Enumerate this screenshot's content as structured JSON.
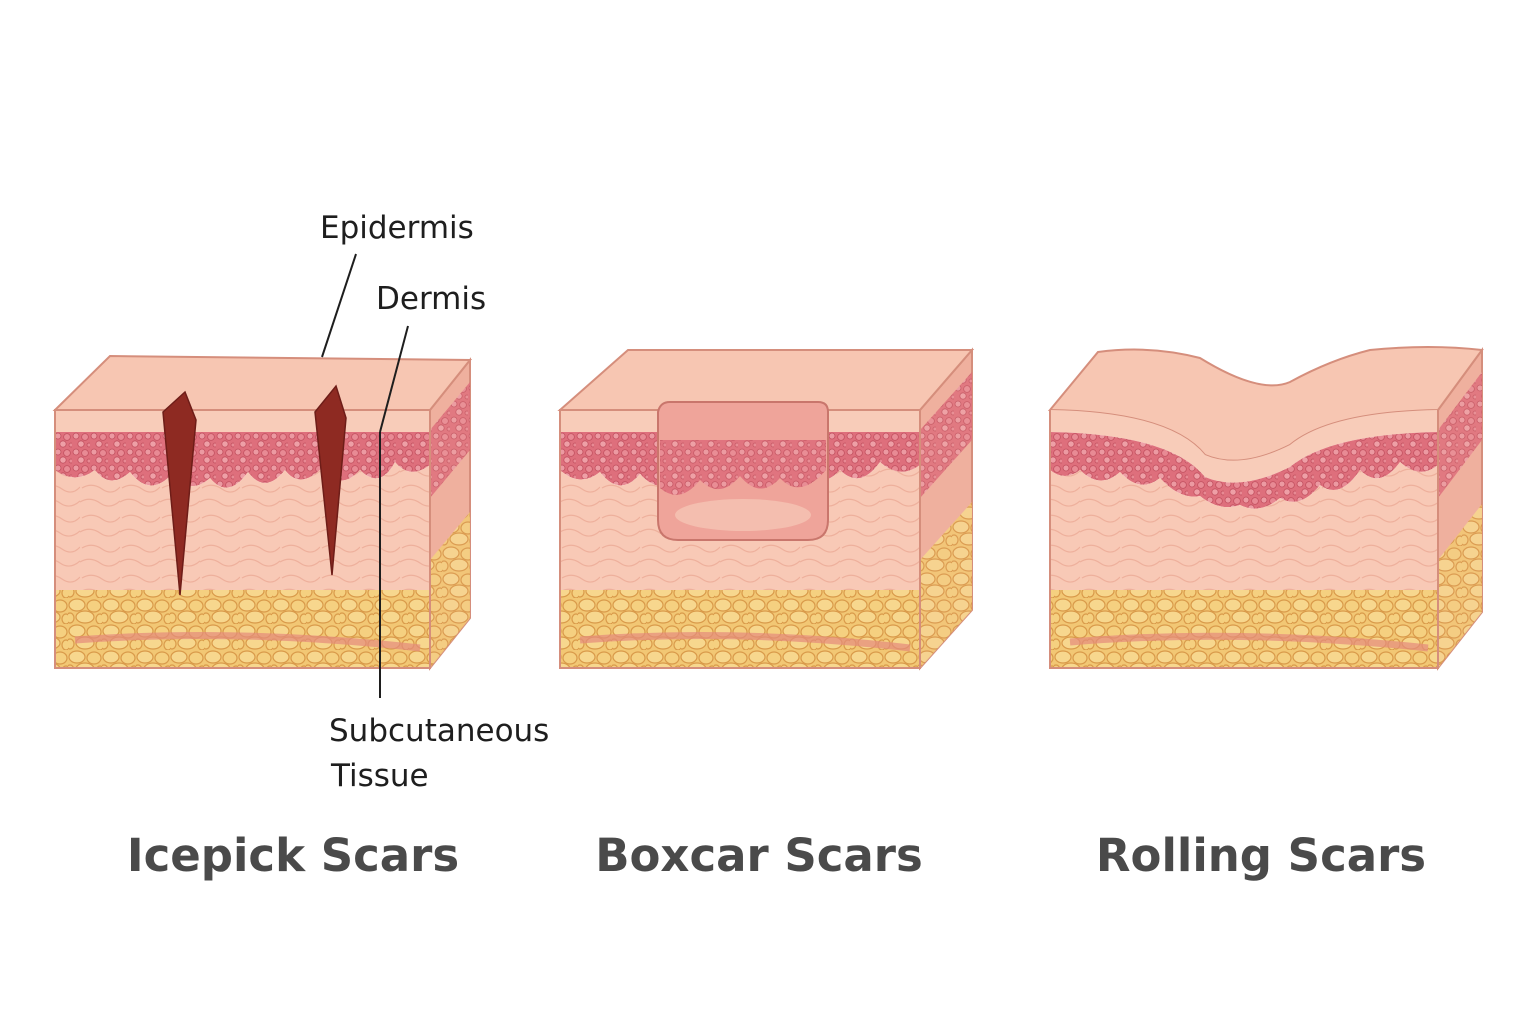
{
  "labels": {
    "epidermis": "Epidermis",
    "dermis": "Dermis",
    "subcutaneous_line1": "Subcutaneous",
    "subcutaneous_line2": "Tissue"
  },
  "captions": {
    "icepick": "Icepick Scars",
    "boxcar": "Boxcar Scars",
    "rolling": "Rolling Scars"
  },
  "colors": {
    "epidermis": "#f6c2ad",
    "dermis": "#de6f7c",
    "subcutaneous": "#f0c070",
    "scar_channel": "#8e2a22",
    "caption_text": "#4a4a4a"
  }
}
